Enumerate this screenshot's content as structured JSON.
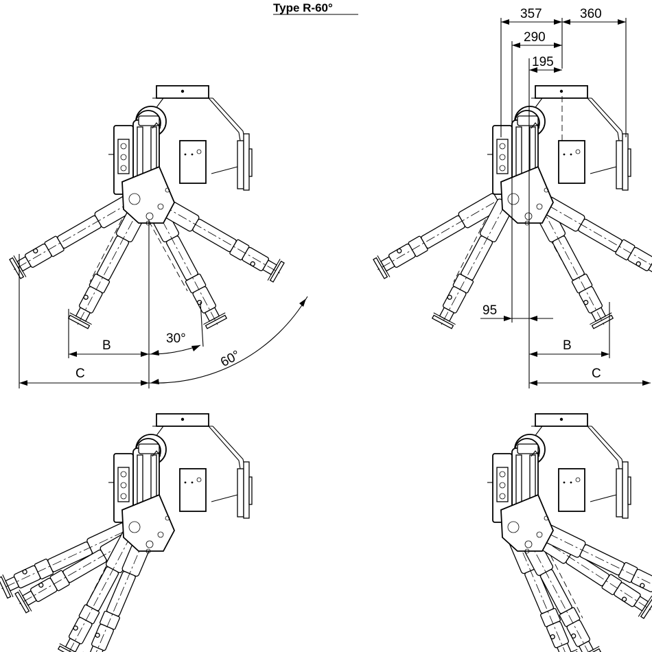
{
  "title": "Type R-60°",
  "dimensions": {
    "d357": "357",
    "d360": "360",
    "d290": "290",
    "d195": "195",
    "d95": "95",
    "b_left": "B",
    "c_left": "C",
    "b_right": "B",
    "c_right": "C"
  },
  "angles": {
    "a30": "30°",
    "a60": "60°"
  }
}
